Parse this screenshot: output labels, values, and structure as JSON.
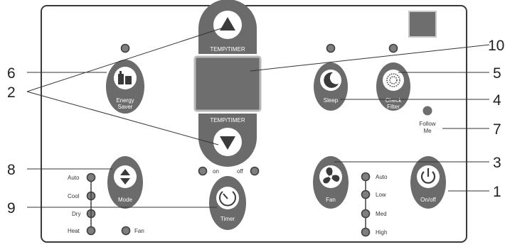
{
  "panel": {
    "temp_up_label": "TEMP/TIMER",
    "temp_down_label": "TEMP/TIMER",
    "energy_saver_label": [
      "Energy",
      "Saver"
    ],
    "sleep_label": "Sleep",
    "check_filter_label": [
      "Check",
      "Filter"
    ],
    "follow_me_label": [
      "Follow",
      "Me"
    ],
    "mode_label": "Mode",
    "timer_label": "Timer",
    "timer_on_label": "on",
    "timer_off_label": "off",
    "fan_label": "Fan",
    "power_label": "On/off",
    "mode_indicators": [
      "Auto",
      "Cool",
      "Dry",
      "Heat"
    ],
    "mode_fan_indicator": "Fan",
    "fan_speed_indicators": [
      "Auto",
      "Low",
      "Med",
      "High"
    ]
  },
  "callouts": [
    "1",
    "2",
    "3",
    "4",
    "5",
    "6",
    "7",
    "8",
    "9",
    "10"
  ],
  "colors": {
    "panel_border": "#3a3a3a",
    "button_fill": "#6b6b6b",
    "display_fill": "#6e6e6e",
    "led_fill": "#7e7e7e",
    "icon_fill": "#ffffff"
  }
}
